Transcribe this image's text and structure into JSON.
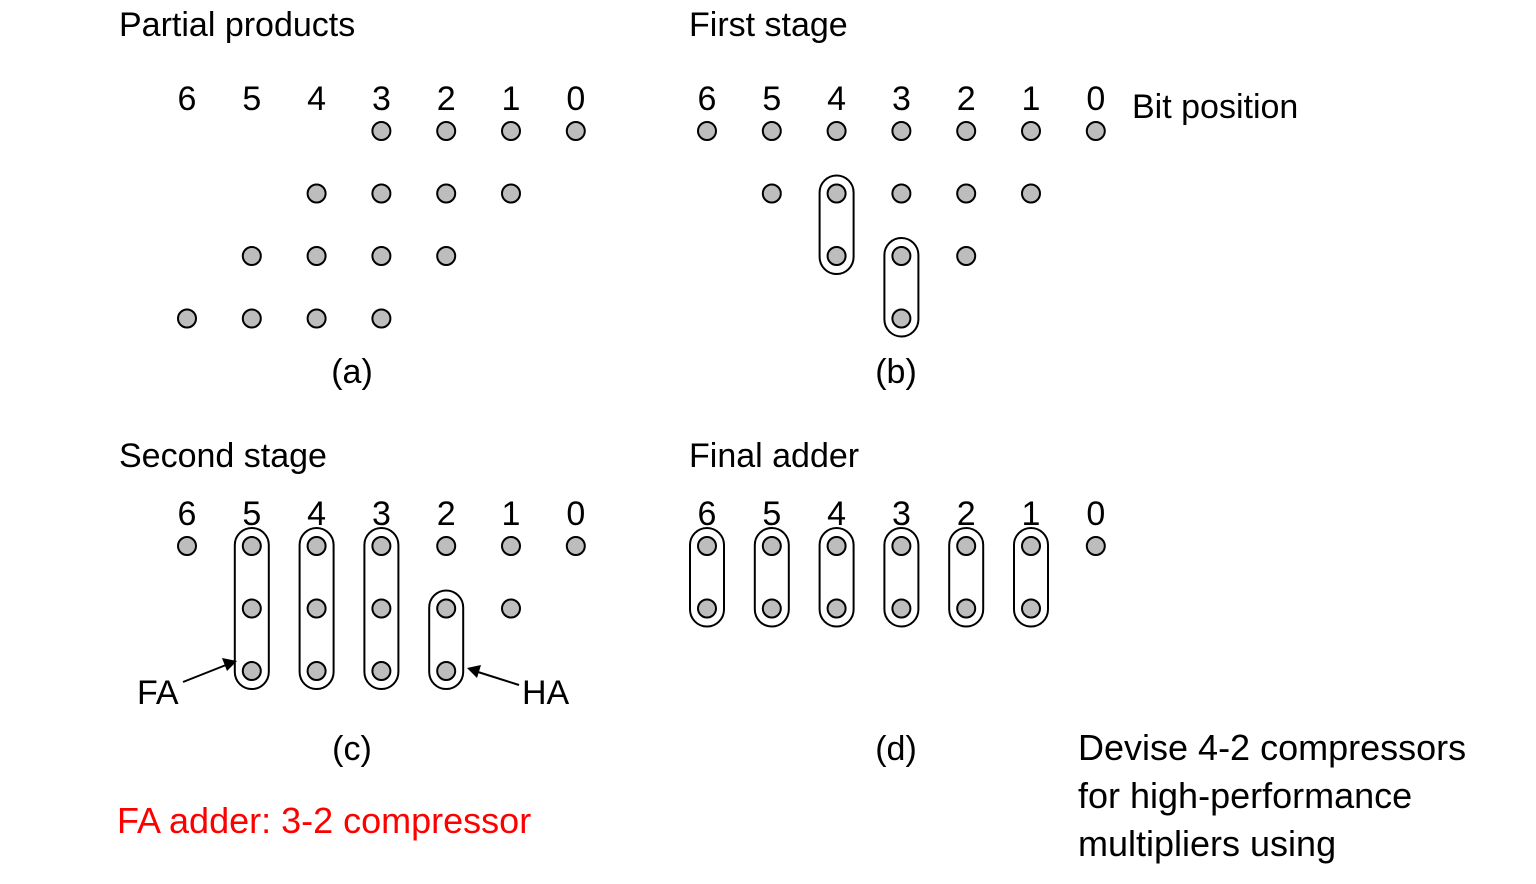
{
  "panels": [
    {
      "id": "a",
      "title": "Partial products",
      "caption": "(a)",
      "bit_labels": [
        "6",
        "5",
        "4",
        "3",
        "2",
        "1",
        "0"
      ],
      "dot_rows": [
        [
          3,
          2,
          1,
          0
        ],
        [
          4,
          3,
          2,
          1
        ],
        [
          5,
          4,
          3,
          2
        ],
        [
          6,
          5,
          4,
          3
        ]
      ],
      "groups": []
    },
    {
      "id": "b",
      "title": "First stage",
      "caption": "(b)",
      "bit_labels": [
        "6",
        "5",
        "4",
        "3",
        "2",
        "1",
        "0"
      ],
      "bit_axis_label": "Bit position",
      "dot_rows": [
        [
          6,
          5,
          4,
          3,
          2,
          1,
          0
        ],
        [
          5,
          4,
          3,
          2,
          1
        ],
        [
          4,
          3,
          2
        ],
        [
          3
        ]
      ],
      "groups": [
        {
          "bit": 4,
          "rows": [
            1,
            2
          ]
        },
        {
          "bit": 3,
          "rows": [
            2,
            3
          ]
        }
      ]
    },
    {
      "id": "c",
      "title": "Second stage",
      "caption": "(c)",
      "bit_labels": [
        "6",
        "5",
        "4",
        "3",
        "2",
        "1",
        "0"
      ],
      "dot_rows": [
        [
          6,
          5,
          4,
          3,
          2,
          1,
          0
        ],
        [
          5,
          4,
          3,
          2,
          1
        ],
        [
          5,
          4,
          3,
          2
        ]
      ],
      "groups": [
        {
          "bit": 5,
          "rows": [
            0,
            2
          ]
        },
        {
          "bit": 4,
          "rows": [
            0,
            2
          ]
        },
        {
          "bit": 3,
          "rows": [
            0,
            2
          ]
        },
        {
          "bit": 2,
          "rows": [
            1,
            2
          ]
        }
      ],
      "annotations": [
        {
          "text": "FA",
          "points_to_bit": 5
        },
        {
          "text": "HA",
          "points_to_bit": 2
        }
      ]
    },
    {
      "id": "d",
      "title": "Final adder",
      "caption": "(d)",
      "bit_labels": [
        "6",
        "5",
        "4",
        "3",
        "2",
        "1",
        "0"
      ],
      "dot_rows": [
        [
          6,
          5,
          4,
          3,
          2,
          1,
          0
        ],
        [
          6,
          5,
          4,
          3,
          2,
          1
        ]
      ],
      "groups": [
        {
          "bit": 6,
          "rows": [
            0,
            1
          ]
        },
        {
          "bit": 5,
          "rows": [
            0,
            1
          ]
        },
        {
          "bit": 4,
          "rows": [
            0,
            1
          ]
        },
        {
          "bit": 3,
          "rows": [
            0,
            1
          ]
        },
        {
          "bit": 2,
          "rows": [
            0,
            1
          ]
        },
        {
          "bit": 1,
          "rows": [
            0,
            1
          ]
        }
      ]
    }
  ],
  "note_red": "FA adder: 3-2 compressor",
  "note_lines": [
    "Devise 4-2 compressors",
    "for high-performance",
    "multipliers using"
  ],
  "colors": {
    "dot_fill": "#bdbdbd",
    "stroke": "#000000",
    "text": "#000000",
    "note_red": "#ff0000"
  }
}
